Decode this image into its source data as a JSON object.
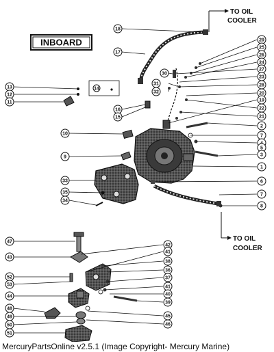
{
  "diagram": {
    "title_box": "INBOARD",
    "labels": {
      "to_oil_cooler_top": [
        "TO OIL",
        "COOLER"
      ],
      "to_oil_cooler_bottom": [
        "TO OIL",
        "COOLER"
      ]
    },
    "callouts": {
      "c18": "18",
      "c17": "17",
      "c30": "30",
      "c31": "31",
      "c32": "32",
      "c13": "13",
      "c12": "12",
      "c11": "11",
      "c14": "14",
      "c16": "16",
      "c15": "15",
      "c10": "10",
      "c9": "9",
      "c33": "33",
      "c35": "35",
      "c34": "34",
      "r29": "29",
      "r25": "25",
      "r26": "26",
      "r24": "24",
      "r27": "27",
      "r23": "23",
      "r28": "28",
      "r20": "20",
      "r19": "19",
      "r22": "22",
      "r21": "21",
      "r2a": "2",
      "r7a": "7",
      "r4": "4",
      "r5": "5",
      "r3": "3",
      "r1": "1",
      "r6": "6",
      "r7b": "7",
      "r8": "8",
      "b47": "47",
      "b43": "43",
      "b52": "52",
      "b53": "53",
      "b44": "44",
      "b48": "48",
      "b49": "49",
      "b50": "50",
      "b51": "51",
      "b42": "42",
      "b41a": "41",
      "b38": "38",
      "b36": "36",
      "b37": "37",
      "b41b": "41",
      "b40": "40",
      "b39": "39",
      "b45": "45",
      "b46": "46"
    }
  },
  "caption": "MercuryPartsOnline v2.5.1 (Image Copyright- Mercury Marine)"
}
